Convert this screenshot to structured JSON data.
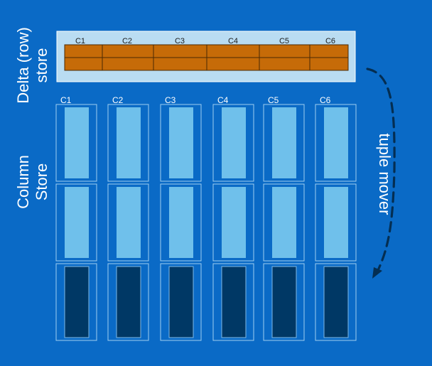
{
  "delta_store": {
    "label_line1": "Delta (row)",
    "label_line2": "store",
    "columns": [
      "C1",
      "C2",
      "C3",
      "C4",
      "C5",
      "C6"
    ],
    "rows": 2
  },
  "column_store": {
    "label_line1": "Column",
    "label_line2": "Store",
    "columns": [
      "C1",
      "C2",
      "C3",
      "C4",
      "C5",
      "C6"
    ],
    "segments": 3
  },
  "tuple_mover": {
    "label": "tuple mover"
  },
  "colors": {
    "background": "#0a6ac6",
    "delta_panel": "#b9dcf2",
    "row_fill": "#c66b08",
    "segment_light": "#6fc0eb",
    "segment_dark": "#003865",
    "outline": "#9fcff0"
  }
}
